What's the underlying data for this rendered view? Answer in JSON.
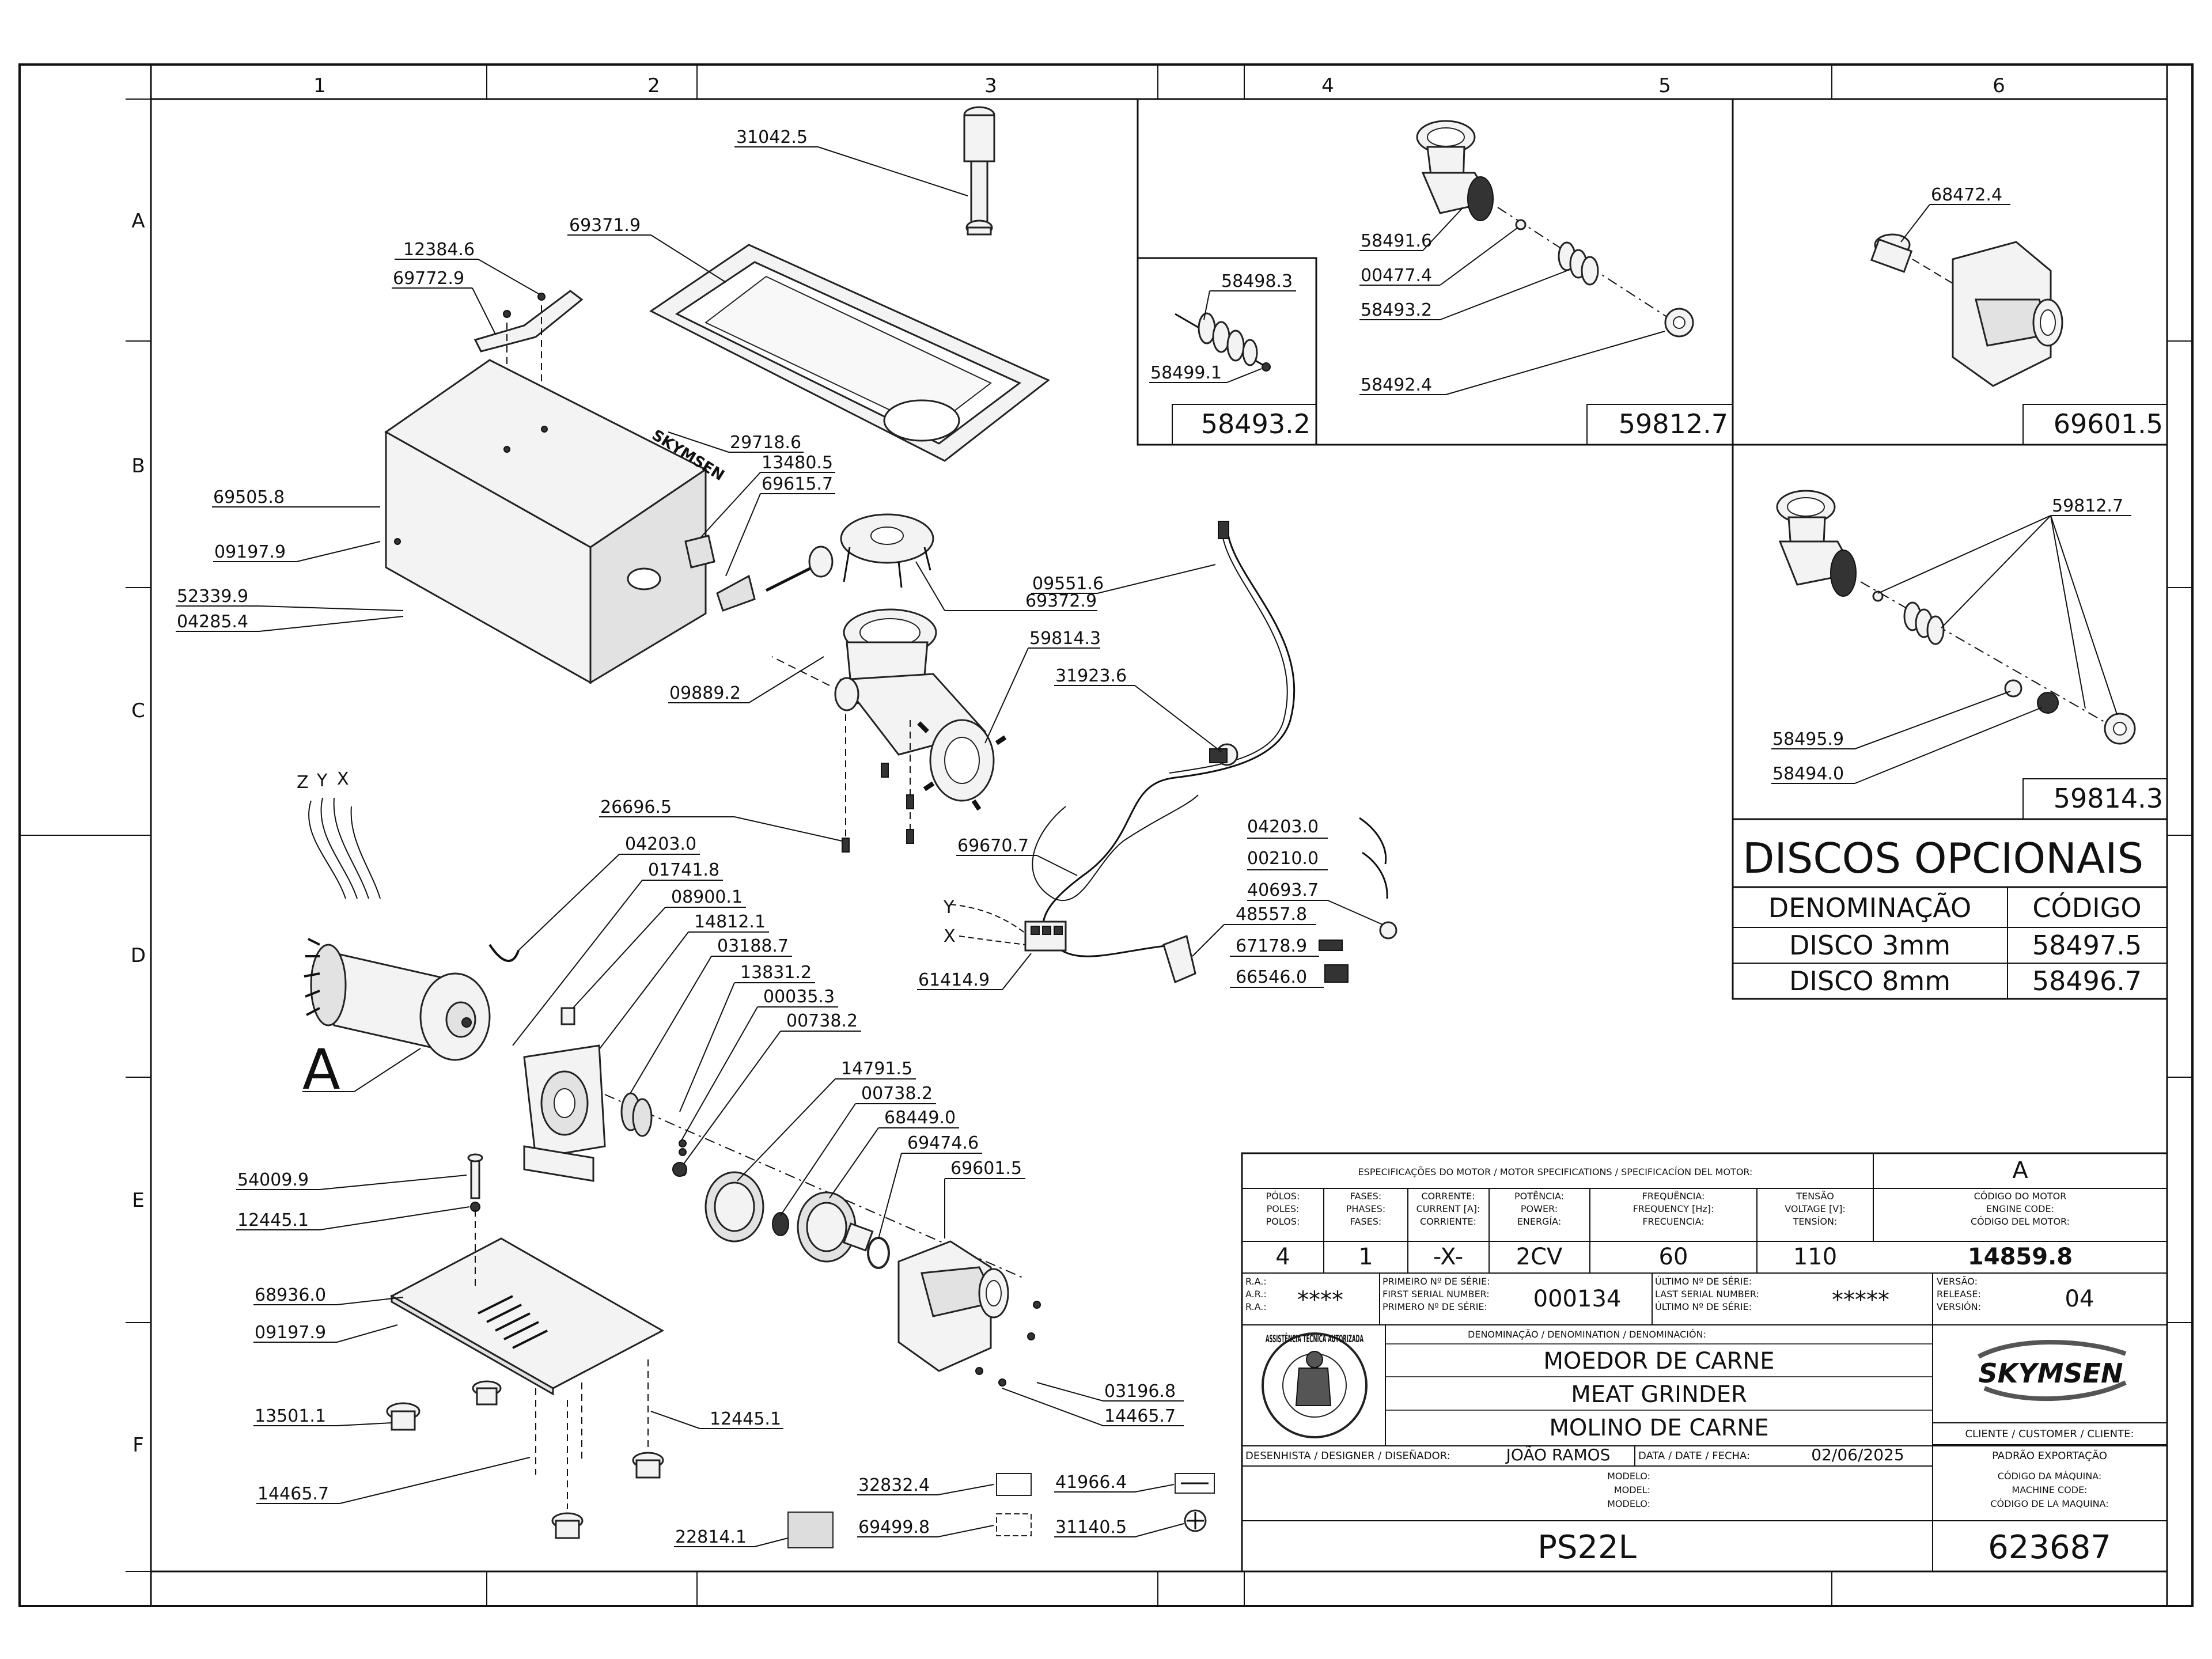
{
  "grid": {
    "columns": [
      "1",
      "2",
      "3",
      "4",
      "5",
      "6"
    ],
    "rows": [
      "A",
      "B",
      "C",
      "D",
      "E",
      "F"
    ]
  },
  "parts": [
    "31042.5",
    "69371.9",
    "12384.6",
    "69772.9",
    "29718.6",
    "13480.5",
    "69615.7",
    "69505.8",
    "09197.9",
    "52339.9",
    "04285.4",
    "09889.2",
    "09551.6",
    "69372.9",
    "59814.3",
    "31923.6",
    "26696.5",
    "69670.7",
    "04203.0",
    "00210.0",
    "40693.7",
    "48557.8",
    "67178.9",
    "66546.0",
    "61414.9",
    "04203.0",
    "01741.8",
    "08900.1",
    "14812.1",
    "03188.7",
    "13831.2",
    "00035.3",
    "00738.2",
    "14791.5",
    "00738.2",
    "68449.0",
    "69474.6",
    "69601.5",
    "54009.9",
    "12445.1",
    "68936.0",
    "09197.9",
    "13501.1",
    "12445.1",
    "14465.7",
    "03196.8",
    "14465.7",
    "32832.4",
    "41966.4",
    "69499.8",
    "31140.5",
    "22814.1"
  ],
  "axis_labels": [
    "Z",
    "Y",
    "X"
  ],
  "detail_letter": "A",
  "phase_labels": [
    "Y",
    "X"
  ],
  "insets": {
    "inset1": {
      "parts": [
        "58498.3",
        "58499.1"
      ],
      "code": "58493.2"
    },
    "inset2": {
      "parts": [
        "58491.6",
        "00477.4",
        "58493.2",
        "58492.4"
      ],
      "code": "59812.7"
    },
    "inset3": {
      "parts": [
        "68472.4"
      ],
      "code": "69601.5"
    },
    "inset4": {
      "parts": [
        "59812.7",
        "58495.9",
        "58494.0"
      ],
      "code": "59814.3"
    }
  },
  "discos": {
    "title": "DISCOS OPCIONAIS",
    "headers": [
      "DENOMINAÇÃO",
      "CÓDIGO"
    ],
    "rows": [
      [
        "DISCO 3mm",
        "58497.5"
      ],
      [
        "DISCO 8mm",
        "58496.7"
      ]
    ]
  },
  "title_block": {
    "spec_header": "ESPECIFICAÇÕES DO MOTOR / MOTOR SPECIFICATIONS / SPECIFICACÍON DEL MOTOR:",
    "rev_letter": "A",
    "spec_cols": [
      {
        "head": [
          "PÓLOS:",
          "POLES:",
          "POLOS:"
        ],
        "value": "4"
      },
      {
        "head": [
          "FASES:",
          "PHASES:",
          "FASES:"
        ],
        "value": "1"
      },
      {
        "head": [
          "CORRENTE:",
          "CURRENT [A]:",
          "CORRIENTE:"
        ],
        "value": "-X-"
      },
      {
        "head": [
          "POTÊNCIA:",
          "POWER:",
          "ENERGÍA:"
        ],
        "value": "2CV"
      },
      {
        "head": [
          "FREQUÊNCIA:",
          "FREQUENCY [Hz]:",
          "FRECUENCIA:"
        ],
        "value": "60"
      },
      {
        "head": [
          "TENSÃO",
          "VOLTAGE [V]:",
          "TENSÍON:"
        ],
        "value": "110"
      }
    ],
    "engine_code_head": [
      "CÓDIGO DO MOTOR",
      "ENGINE CODE:",
      "CÓDIGO DEL MOTOR:"
    ],
    "engine_code": "14859.8",
    "ra": [
      "R.A.:",
      "A.R.:",
      "R.A.:"
    ],
    "ra_value": "****",
    "first_serial_head": [
      "PRIMEIRO Nº DE SÉRIE:",
      "FIRST SERIAL NUMBER:",
      "PRIMERO Nº DE SÉRIE:"
    ],
    "first_serial": "000134",
    "last_serial_head": [
      "ÚLTIMO Nº DE SÉRIE:",
      "LAST SERIAL NUMBER:",
      "ÚLTIMO Nº DE SÉRIE:"
    ],
    "last_serial": "*****",
    "version_head": [
      "VERSÃO:",
      "RELEASE:",
      "VERSIÓN:"
    ],
    "version": "04",
    "denomination_head": "DENOMINAÇÃO / DENOMINATION / DENOMINACIÓN:",
    "denominations": [
      "MOEDOR DE CARNE",
      "MEAT GRINDER",
      "MOLINO DE CARNE"
    ],
    "seal_text": "ASSISTÊNCIA TÉCNICA AUTORIZADA",
    "brand": "SKYMSEN",
    "designer_head": "DESENHISTA / DESIGNER / DISEÑADOR:",
    "designer": "JOÃO RAMOS",
    "date_head": "DATA / DATE / FECHA:",
    "date": "02/06/2025",
    "client_head": "CLIENTE / CUSTOMER / CLIENTE:",
    "client": "PADRÃO EXPORTAÇÃO",
    "model_heads": [
      "MODELO:",
      "MODEL:",
      "MODELO:"
    ],
    "machine_code_head": [
      "CÓDIGO DA MÁQUINA:",
      "MACHINE CODE:",
      "CÓDIGO DE LA MAQUINA:"
    ],
    "model": "PS22L",
    "machine_code": "623687"
  }
}
